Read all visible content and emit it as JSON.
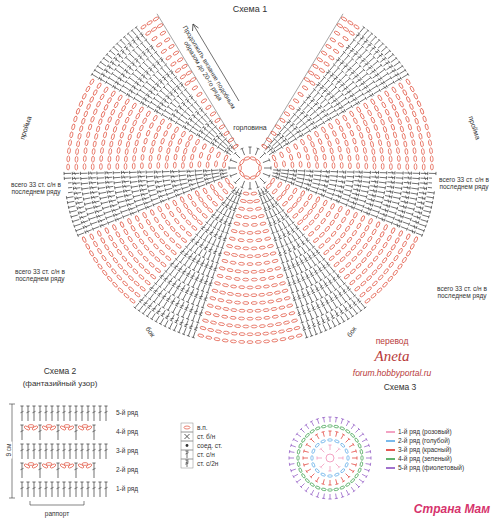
{
  "diagram": {
    "title": "Схема 1",
    "labels": [
      "Продолжить вязание подобным образом до 20-го ряда",
      "пройма",
      "горловина",
      "пройма",
      "всего 33 ст. с/н в последнем ряду",
      "всего 33 ст. с/н в последнем ряду",
      "всего 33 ст. с/н в последнем ряду",
      "всего 33 ст. с/н в последнем ряду",
      "бок",
      "бок",
      "перевод",
      "Aneta",
      "forum.hobbyportal.ru",
      "Схема 2",
      "(фантазийный узор)",
      "5-й ряд",
      "4-й ряд",
      "3-й ряд",
      "2-й ряд",
      "1-й ряд",
      "9 см",
      "раппорт",
      "Схема 3",
      "Страна Мам"
    ],
    "legend": [
      {
        "text": "в.п."
      },
      {
        "text": "ст. б/н"
      },
      {
        "text": "соед. ст."
      },
      {
        "text": "ст. с/н"
      },
      {
        "text": "ст. с/2н"
      },
      {
        "text": "1-й ряд (розовый)"
      },
      {
        "text": "2-й ряд (голубой)"
      },
      {
        "text": "3-й ряд (красный)"
      },
      {
        "text": "4-й ряд (зеленый)"
      },
      {
        "text": "5-й ряд (фиолетовый)"
      }
    ]
  }
}
